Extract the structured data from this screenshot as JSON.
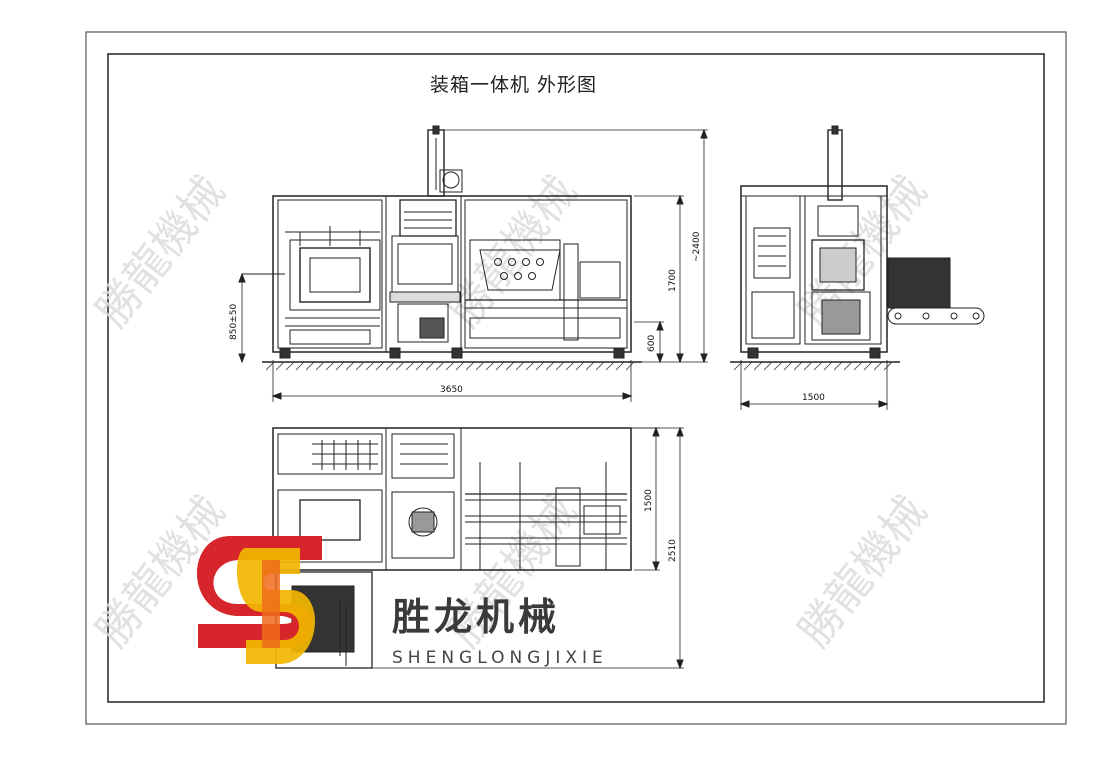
{
  "title": "装箱一体机 外形图",
  "dimensions": {
    "front_width": "3650",
    "front_total_height": "~2400",
    "front_frame_height": "1700",
    "front_table_height": "600",
    "front_work_height": "850±50",
    "side_width": "1500",
    "top_depth": "2510",
    "top_section": "1500"
  },
  "watermark": "勝龍機械",
  "brand": {
    "name_cn": "胜龙机械",
    "name_en": "SHENGLONGJIXIE",
    "colors": {
      "red": "#d7262b",
      "yellow": "#f2b600",
      "orange": "#ef6b1a",
      "text": "#3a3a3a"
    }
  }
}
